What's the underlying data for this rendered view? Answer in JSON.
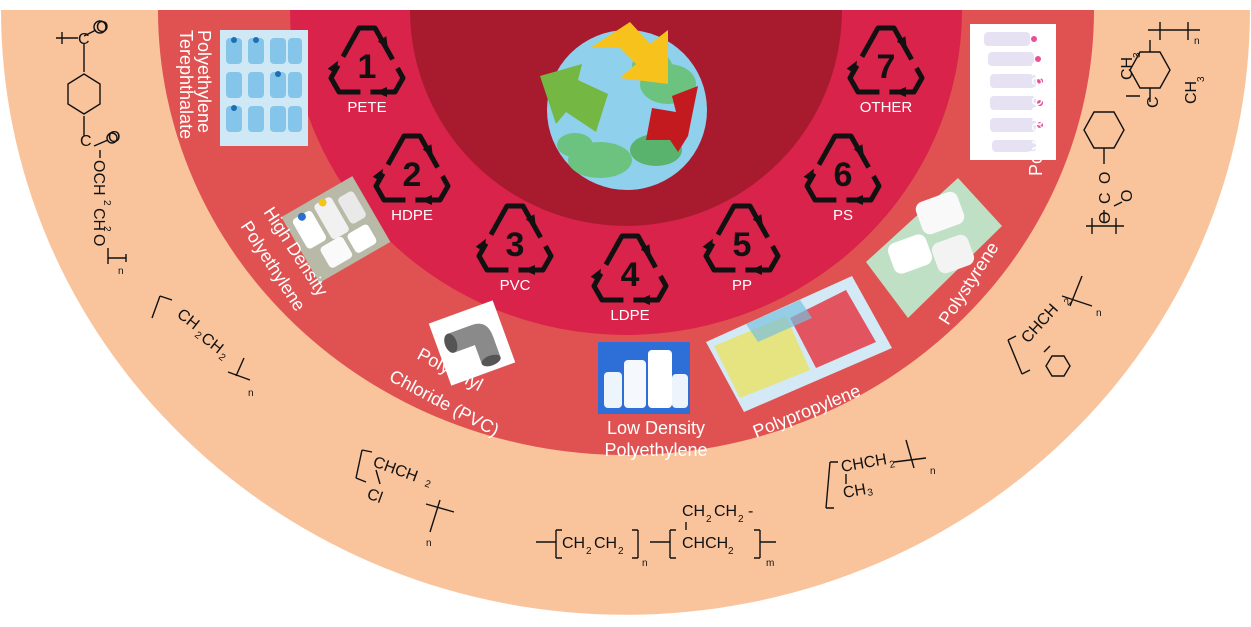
{
  "codes": [
    {
      "number": "1",
      "abbr": "PETE"
    },
    {
      "number": "2",
      "abbr": "HDPE"
    },
    {
      "number": "3",
      "abbr": "PVC"
    },
    {
      "number": "4",
      "abbr": "LDPE"
    },
    {
      "number": "5",
      "abbr": "PP"
    },
    {
      "number": "6",
      "abbr": "PS"
    },
    {
      "number": "7",
      "abbr": "OTHER"
    }
  ],
  "plastics": [
    {
      "line1": "Polyethylene",
      "line2": "Terephthalate"
    },
    {
      "line1": "High Density",
      "line2": "Polyethylene"
    },
    {
      "line1": "Polyvinyl",
      "line2": "Chloride (PVC)"
    },
    {
      "line1": "Low Density",
      "line2": "Polyethylene"
    },
    {
      "line1": "Polypropylene",
      "line2": ""
    },
    {
      "line1": "Polystyrene",
      "line2": ""
    },
    {
      "line1": "Polycarbonate",
      "line2": ""
    }
  ],
  "formulas": {
    "pet": {
      "a": "C",
      "b": "O",
      "c": "C",
      "d": "O",
      "e": "OCH",
      "f": "2",
      "g": "CH",
      "h": "2",
      "i": "O",
      "n": "n"
    },
    "hdpe": {
      "a": "CH",
      "b": "2",
      "c": "CH",
      "d": "2",
      "n": "n"
    },
    "pvc": {
      "a": "CHCH",
      "b": "2",
      "c": "Cl",
      "n": "n"
    },
    "ldpe": {
      "a": "CH",
      "b": "2",
      "c": "CH",
      "d": "2",
      "n": "n",
      "e": "CH",
      "f": "2",
      "g": "CH",
      "h": "2",
      "i": "-",
      "j": "CHCH",
      "k": "2",
      "m": "m"
    },
    "pp": {
      "a": "CHCH",
      "b": "2",
      "c": "CH",
      "d": "3",
      "n": "n"
    },
    "ps": {
      "a": "CHCH",
      "b": "2",
      "n": "n"
    },
    "pc": {
      "a": "CH",
      "b": "3",
      "c": "C",
      "d": "CH",
      "e": "3",
      "f": "O",
      "g": "C",
      "h": "O",
      "i": "O",
      "n": "n"
    }
  },
  "colors": {
    "outer_ring": "#f9c49c",
    "middle_ring": "#e05252",
    "inner_ring": "#d9234a",
    "center": "#a81b2f",
    "globe_water": "#8fd0ec",
    "globe_land": "#6cc27f",
    "arrow_yellow": "#f7c21b",
    "arrow_green": "#74b843",
    "arrow_red": "#c31a1f"
  }
}
